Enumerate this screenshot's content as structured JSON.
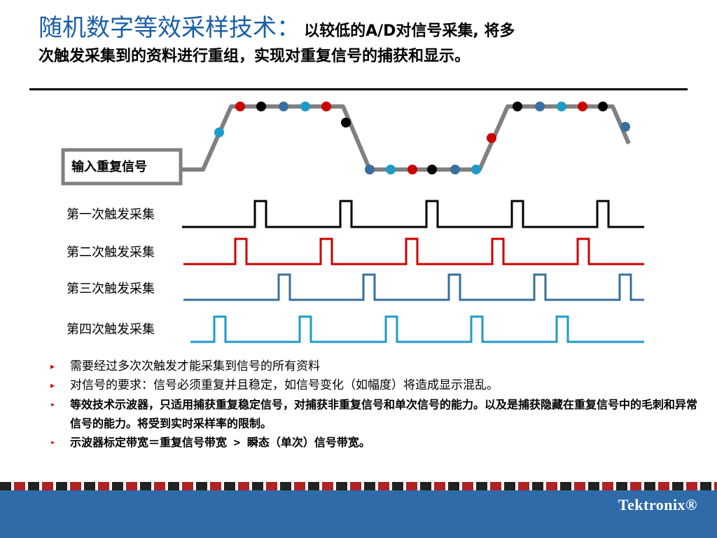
{
  "title": {
    "main": "随机数字等效采样技术：",
    "sub": "以较低的A/D对信号采集, 将多",
    "line2": "次触发采集到的资料进行重组，实现对重复信号的捕获和显示。"
  },
  "diagram": {
    "input_label": "输入重复信号",
    "rows": [
      {
        "label": "第一次触发采集",
        "color": "#000000"
      },
      {
        "label": "第二次触发采集",
        "color": "#cc0000"
      },
      {
        "label": "第三次触发采集",
        "color": "#3a6e9e"
      },
      {
        "label": "第四次触发采集",
        "color": "#1e9bc9"
      }
    ]
  },
  "bullets": [
    "需要经过多次次触发才能采集到信号的所有资料",
    "对信号的要求：信号必须重复并且稳定，如信号变化（如幅度）将造成显示混乱。",
    "等效技术示波器，只适用捕获重复稳定信号，对捕获非重复信号和单次信号的能力。以及是捕获隐藏在重复信号中的毛刺和异常信号的能力。将受到实时采样率的限制。",
    "示波器标定带宽＝重复信号带宽 > 瞬态（单次）信号带宽。"
  ],
  "footer": {
    "logo": "Tektronix®",
    "colors": {
      "bar": "#2f6ba8",
      "stripe_dark": "#222222",
      "stripe_red": "#b22222"
    }
  }
}
